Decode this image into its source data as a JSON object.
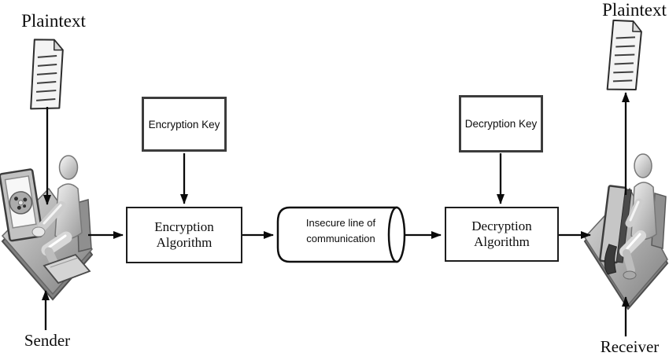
{
  "colors": {
    "background": "#ffffff",
    "stroke": "#0a0a0a",
    "box_border_dark": "#1d1d1d",
    "box_border_gray": "#3c3c3c",
    "box_fill": "#ffffff",
    "clipart_light": "#d6d6d6",
    "clipart_dark": "#7f7f7f"
  },
  "sender_side": {
    "plaintext_label": "Plaintext",
    "person_label": "Sender"
  },
  "receiver_side": {
    "plaintext_label": "Plaintext",
    "person_label": "Receiver"
  },
  "flow": {
    "encryption_key": "Encryption Key",
    "encryption_algorithm": "Encryption Algorithm",
    "channel_line1": "Insecure line of",
    "channel_line2": "communication",
    "decryption_key": "Decryption Key",
    "decryption_algorithm": "Decryption Algorithm"
  },
  "icons": {
    "left_document": "document-icon",
    "right_document": "document-icon",
    "sender_figure": "person-at-computer-icon",
    "receiver_figure": "person-at-computer-icon",
    "channel_shape": "cylinder-pipe-icon"
  }
}
